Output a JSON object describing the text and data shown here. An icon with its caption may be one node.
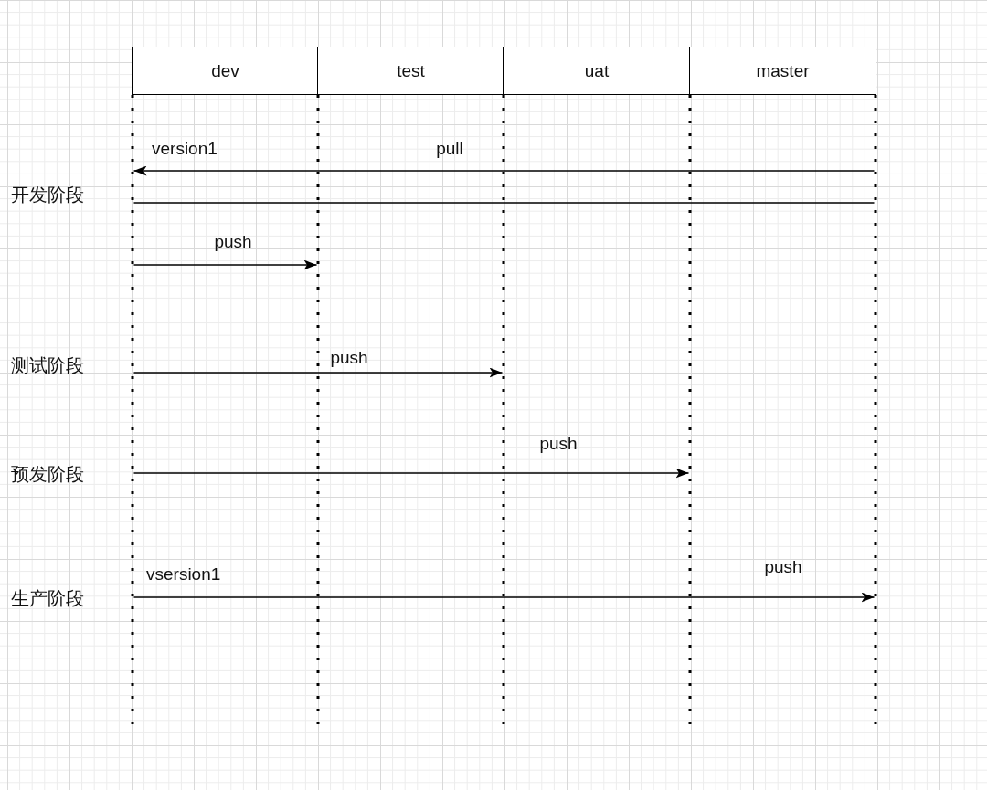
{
  "diagram": {
    "nodes": [
      {
        "text": [
          "dev"
        ]
      },
      {
        "text": [
          "test"
        ]
      },
      {
        "text": [
          "uat"
        ]
      },
      {
        "text": [
          "master"
        ]
      },
      {
        "text": [],
        "shape": "line"
      },
      {
        "text": [],
        "shape": "line"
      },
      {
        "text": [],
        "shape": "line"
      },
      {
        "text": [],
        "shape": "line"
      },
      {
        "text": [],
        "shape": "line"
      }
    ],
    "edges": [
      {
        "from": 8,
        "to": 4,
        "arrow": "to",
        "label": "pull"
      },
      {
        "from": 4,
        "to": 8,
        "arrow": "none"
      },
      {
        "from": 4,
        "to": 5,
        "arrow": "to",
        "label": "push"
      },
      {
        "from": 4,
        "to": 6,
        "arrow": "to",
        "label": "push"
      },
      {
        "from": 4,
        "to": 7,
        "arrow": "to",
        "label": "push"
      },
      {
        "from": 4,
        "to": 8,
        "arrow": "to",
        "label": "push"
      }
    ],
    "labels": [
      "version1",
      "开发阶段",
      "测试阶段",
      "预发阶段",
      "vsersion1",
      "生产阶段"
    ]
  }
}
